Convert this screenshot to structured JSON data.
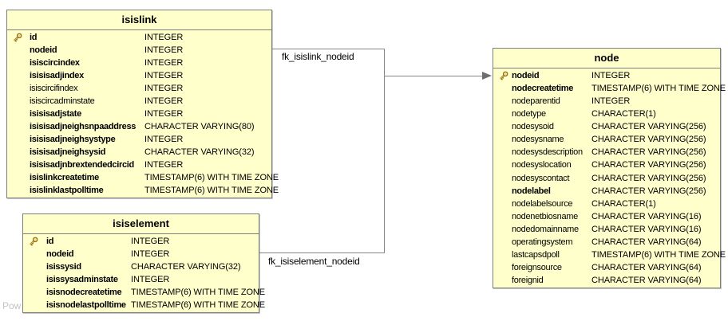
{
  "colors": {
    "table_fill": "#FFFFCC",
    "table_border": "#7F7F7F",
    "relation_line": "#858585",
    "arrow": "#6E6E6E",
    "key_icon_gold": "#E2BE5A"
  },
  "watermark": "Pow",
  "relations": [
    {
      "label": "fk_isislink_nodeid"
    },
    {
      "label": "fk_isiselement_nodeid"
    }
  ],
  "tables": [
    {
      "name": "isislink",
      "columns": [
        {
          "key": true,
          "bold": true,
          "name": "id",
          "type": "INTEGER"
        },
        {
          "key": false,
          "bold": true,
          "name": "nodeid",
          "type": "INTEGER"
        },
        {
          "key": false,
          "bold": true,
          "name": "isiscircindex",
          "type": "INTEGER"
        },
        {
          "key": false,
          "bold": true,
          "name": "isisisadjindex",
          "type": "INTEGER"
        },
        {
          "key": false,
          "bold": false,
          "name": "isiscircifindex",
          "type": "INTEGER"
        },
        {
          "key": false,
          "bold": false,
          "name": "isiscircadminstate",
          "type": "INTEGER"
        },
        {
          "key": false,
          "bold": true,
          "name": "isisisadjstate",
          "type": "INTEGER"
        },
        {
          "key": false,
          "bold": true,
          "name": "isisisadjneighsnpaaddress",
          "type": "CHARACTER VARYING(80)"
        },
        {
          "key": false,
          "bold": true,
          "name": "isisisadjneighsystype",
          "type": "INTEGER"
        },
        {
          "key": false,
          "bold": true,
          "name": "isisisadjneighsysid",
          "type": "CHARACTER VARYING(32)"
        },
        {
          "key": false,
          "bold": true,
          "name": "isisisadjnbrextendedcircid",
          "type": "INTEGER"
        },
        {
          "key": false,
          "bold": true,
          "name": "isislinkcreatetime",
          "type": "TIMESTAMP(6) WITH TIME ZONE"
        },
        {
          "key": false,
          "bold": true,
          "name": "isislinklastpolltime",
          "type": "TIMESTAMP(6) WITH TIME ZONE"
        }
      ]
    },
    {
      "name": "isiselement",
      "columns": [
        {
          "key": true,
          "bold": true,
          "name": "id",
          "type": "INTEGER"
        },
        {
          "key": false,
          "bold": true,
          "name": "nodeid",
          "type": "INTEGER"
        },
        {
          "key": false,
          "bold": true,
          "name": "isissysid",
          "type": "CHARACTER VARYING(32)"
        },
        {
          "key": false,
          "bold": true,
          "name": "isissysadminstate",
          "type": "INTEGER"
        },
        {
          "key": false,
          "bold": true,
          "name": "isisnodecreatetime",
          "type": "TIMESTAMP(6) WITH TIME ZONE"
        },
        {
          "key": false,
          "bold": true,
          "name": "isisnodelastpolltime",
          "type": "TIMESTAMP(6) WITH TIME ZONE"
        }
      ]
    },
    {
      "name": "node",
      "columns": [
        {
          "key": true,
          "bold": true,
          "name": "nodeid",
          "type": "INTEGER"
        },
        {
          "key": false,
          "bold": true,
          "name": "nodecreatetime",
          "type": "TIMESTAMP(6) WITH TIME ZONE"
        },
        {
          "key": false,
          "bold": false,
          "name": "nodeparentid",
          "type": "INTEGER"
        },
        {
          "key": false,
          "bold": false,
          "name": "nodetype",
          "type": "CHARACTER(1)"
        },
        {
          "key": false,
          "bold": false,
          "name": "nodesysoid",
          "type": "CHARACTER VARYING(256)"
        },
        {
          "key": false,
          "bold": false,
          "name": "nodesysname",
          "type": "CHARACTER VARYING(256)"
        },
        {
          "key": false,
          "bold": false,
          "name": "nodesysdescription",
          "type": "CHARACTER VARYING(256)"
        },
        {
          "key": false,
          "bold": false,
          "name": "nodesyslocation",
          "type": "CHARACTER VARYING(256)"
        },
        {
          "key": false,
          "bold": false,
          "name": "nodesyscontact",
          "type": "CHARACTER VARYING(256)"
        },
        {
          "key": false,
          "bold": true,
          "name": "nodelabel",
          "type": "CHARACTER VARYING(256)"
        },
        {
          "key": false,
          "bold": false,
          "name": "nodelabelsource",
          "type": "CHARACTER(1)"
        },
        {
          "key": false,
          "bold": false,
          "name": "nodenetbiosname",
          "type": "CHARACTER VARYING(16)"
        },
        {
          "key": false,
          "bold": false,
          "name": "nodedomainname",
          "type": "CHARACTER VARYING(16)"
        },
        {
          "key": false,
          "bold": false,
          "name": "operatingsystem",
          "type": "CHARACTER VARYING(64)"
        },
        {
          "key": false,
          "bold": false,
          "name": "lastcapsdpoll",
          "type": "TIMESTAMP(6) WITH TIME ZONE"
        },
        {
          "key": false,
          "bold": false,
          "name": "foreignsource",
          "type": "CHARACTER VARYING(64)"
        },
        {
          "key": false,
          "bold": false,
          "name": "foreignid",
          "type": "CHARACTER VARYING(64)"
        }
      ]
    }
  ]
}
